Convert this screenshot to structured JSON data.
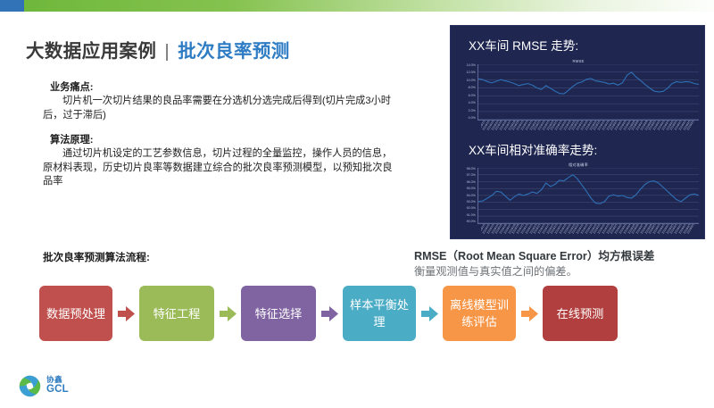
{
  "header": {
    "title_dark": "大数据应用案例",
    "title_separator": "|",
    "title_blue": "批次良率预测",
    "accent_blue": "#3273b8",
    "accent_green": "#6fb83c"
  },
  "body": {
    "section1_head": "业务痛点:",
    "section1_text": "切片机一次切片结果的良品率需要在分选机分选完成后得到(切片完成3小时后，过于滞后)",
    "section2_head": "算法原理:",
    "section2_text": "通过切片机设定的工艺参数信息，切片过程的全量监控，操作人员的信息，原材料表现，历史切片良率等数据建立综合的批次良率预测模型，以预知批次良品率"
  },
  "flow": {
    "heading": "批次良率预测算法流程:",
    "steps": [
      {
        "label": "数据预处理",
        "color": "#c0504d",
        "arrow_color": "#c0504d"
      },
      {
        "label": "特征工程",
        "color": "#9bbb59",
        "arrow_color": "#9bbb59"
      },
      {
        "label": "特征选择",
        "color": "#8064a2",
        "arrow_color": "#8064a2"
      },
      {
        "label": "样本平衡处理",
        "color": "#4bacc6",
        "arrow_color": "#4bacc6"
      },
      {
        "label": "离线模型训练评估",
        "color": "#f79646",
        "arrow_color": "#f79646"
      },
      {
        "label": "在线预测",
        "color": "#b13f3f",
        "arrow_color": ""
      }
    ]
  },
  "panel": {
    "background": "#1f2650",
    "chart1_title": "XX车间 RMSE 走势:",
    "chart2_title": "XX车间相对准确率走势:"
  },
  "caption": {
    "line1": "RMSE（Root Mean Square Error）均方根误差",
    "line2": "衡量观测值与真实值之间的偏差。"
  },
  "logo": {
    "cn": "协鑫",
    "en": "GCL"
  },
  "chart_data": [
    {
      "type": "line",
      "title": "RMSE",
      "xlabel": "",
      "ylabel": "",
      "ylim": [
        0,
        14
      ],
      "ytick_labels": [
        "14.0%",
        "12.0%",
        "10.0%",
        "8.0%",
        "6.0%",
        "4.0%",
        "2.0%",
        "0.0%"
      ],
      "yticks": [
        14,
        12,
        10,
        8,
        6,
        4,
        2,
        0
      ],
      "grid": true,
      "legend": "none",
      "line_color": "#2e6fb5",
      "x_tick_labels": [
        "2018/1/1",
        "2018/1/2",
        "2018/1/3",
        "2018/1/4",
        "2018/1/5",
        "2018/1/6",
        "2018/1/7",
        "2018/1/8",
        "2018/1/9",
        "2018/1/10",
        "2018/1/11",
        "2018/1/12",
        "2018/1/13",
        "2018/1/14",
        "2018/1/15",
        "2018/1/16",
        "2018/1/17",
        "2018/1/18",
        "2018/1/19",
        "2018/1/20",
        "2018/1/21",
        "2018/1/22",
        "2018/1/23",
        "2018/1/24",
        "2018/1/25",
        "2018/1/26",
        "2018/1/27",
        "2018/1/28",
        "2018/1/29",
        "2018/1/30",
        "2018/1/31",
        "2018/2/1",
        "2018/2/2",
        "2018/2/3",
        "2018/2/4",
        "2018/2/5",
        "2018/2/6",
        "2018/2/7",
        "2018/2/8",
        "2018/2/9",
        "2018/2/10",
        "2018/2/11",
        "2018/2/12",
        "2018/2/13",
        "2018/2/14",
        "2018/2/15",
        "2018/2/16",
        "2018/2/17",
        "2018/2/18",
        "2018/2/19"
      ],
      "values": [
        10.3,
        10.1,
        9.6,
        9.3,
        9.7,
        10.1,
        9.8,
        9.5,
        9.1,
        8.6,
        8.9,
        9.1,
        8.7,
        8.0,
        7.6,
        8.6,
        7.9,
        7.2,
        6.6,
        6.5,
        7.4,
        8.4,
        9.2,
        9.5,
        10.2,
        10.4,
        9.8,
        9.6,
        9.4,
        9.0,
        9.2,
        8.7,
        9.3,
        11.2,
        12.0,
        10.8,
        9.9,
        8.9,
        8.0,
        7.2,
        7.0,
        7.1,
        7.9,
        9.1,
        9.6,
        9.4,
        9.6,
        9.5,
        9.1,
        8.9
      ]
    },
    {
      "type": "line",
      "title": "相对准确率",
      "xlabel": "",
      "ylabel": "",
      "ylim": [
        90,
        98
      ],
      "ytick_labels": [
        "98.0%",
        "97.0%",
        "96.0%",
        "95.0%",
        "94.0%",
        "93.0%",
        "92.0%",
        "91.0%",
        "90.0%"
      ],
      "yticks": [
        98,
        97,
        96,
        95,
        94,
        93,
        92,
        91,
        90
      ],
      "grid": true,
      "legend": "none",
      "line_color": "#2e6fb5",
      "x_tick_labels": [
        "2018/1/1",
        "2018/1/2",
        "2018/1/3",
        "2018/1/4",
        "2018/1/5",
        "2018/1/6",
        "2018/1/7",
        "2018/1/8",
        "2018/1/9",
        "2018/1/10",
        "2018/1/11",
        "2018/1/12",
        "2018/1/13",
        "2018/1/14",
        "2018/1/15",
        "2018/1/16",
        "2018/1/17",
        "2018/1/18",
        "2018/1/19",
        "2018/1/20",
        "2018/1/21",
        "2018/1/22",
        "2018/1/23",
        "2018/1/24",
        "2018/1/25",
        "2018/1/26",
        "2018/1/27",
        "2018/1/28",
        "2018/1/29",
        "2018/1/30",
        "2018/1/31",
        "2018/2/1",
        "2018/2/2",
        "2018/2/3",
        "2018/2/4",
        "2018/2/5",
        "2018/2/6",
        "2018/2/7",
        "2018/2/8",
        "2018/2/9",
        "2018/2/10",
        "2018/2/11",
        "2018/2/12",
        "2018/2/13",
        "2018/2/14",
        "2018/2/15",
        "2018/2/16",
        "2018/2/17",
        "2018/2/18",
        "2018/2/19"
      ],
      "values": [
        93.1,
        93.2,
        93.6,
        94.0,
        94.6,
        94.5,
        93.9,
        93.3,
        93.8,
        94.2,
        94.0,
        94.2,
        94.5,
        94.3,
        94.8,
        95.8,
        95.3,
        95.6,
        96.2,
        96.1,
        96.6,
        97.0,
        96.4,
        95.5,
        94.6,
        93.6,
        92.9,
        92.8,
        93.1,
        93.9,
        94.1,
        93.9,
        94.0,
        93.7,
        93.6,
        94.1,
        94.9,
        95.6,
        96.0,
        96.1,
        95.8,
        95.2,
        94.6,
        94.0,
        93.4,
        93.1,
        93.6,
        94.1,
        94.2,
        94.0
      ]
    }
  ]
}
